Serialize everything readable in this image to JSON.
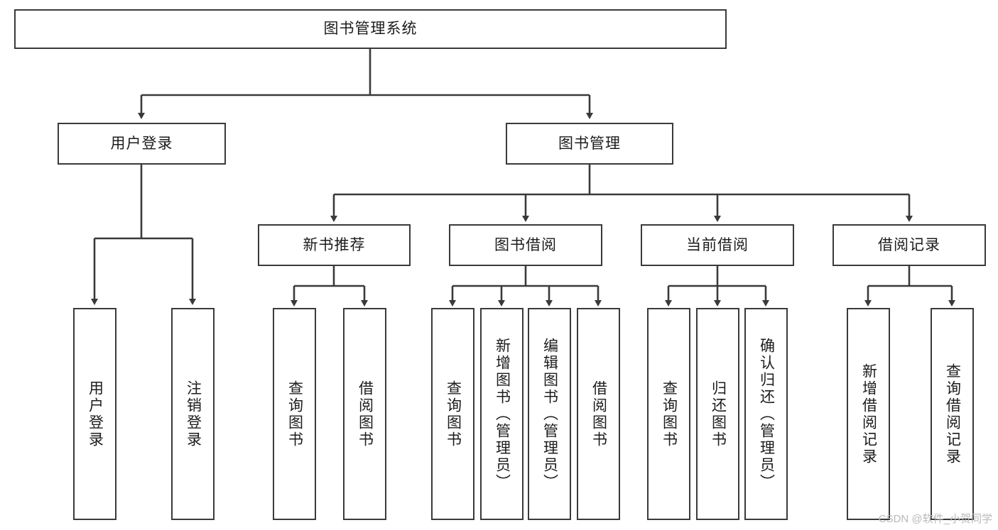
{
  "diagram": {
    "type": "tree-hierarchy",
    "title": "图书管理系统",
    "watermark": "CSDN @软件_小贺同学",
    "colors": {
      "box_border": "#3a3a3a",
      "box_fill": "#ffffff",
      "edge": "#3a3a3a",
      "text": "#1c1c1c",
      "watermark": "#b9b9b9",
      "background": "#ffffff"
    },
    "levels": {
      "root": "图书管理系统",
      "level2": [
        "用户登录",
        "图书管理"
      ],
      "level3": [
        "新书推荐",
        "图书借阅",
        "当前借阅",
        "借阅记录"
      ]
    },
    "nodes": {
      "root": {
        "label": "图书管理系统",
        "orientation": "horizontal"
      },
      "user_login": {
        "label": "用户登录",
        "orientation": "horizontal"
      },
      "book_manage": {
        "label": "图书管理",
        "orientation": "horizontal"
      },
      "new_book_rec": {
        "label": "新书推荐",
        "orientation": "horizontal"
      },
      "book_borrow": {
        "label": "图书借阅",
        "orientation": "horizontal"
      },
      "current_borrow": {
        "label": "当前借阅",
        "orientation": "horizontal"
      },
      "borrow_record": {
        "label": "借阅记录",
        "orientation": "horizontal"
      },
      "leaf_user_login": {
        "label": "用户登录",
        "orientation": "vertical"
      },
      "leaf_logout": {
        "label": "注销登录",
        "orientation": "vertical"
      },
      "leaf_query_book_a": {
        "label": "查询图书",
        "orientation": "vertical"
      },
      "leaf_borrow_book_a": {
        "label": "借阅图书",
        "orientation": "vertical"
      },
      "leaf_query_book_b": {
        "label": "查询图书",
        "orientation": "vertical"
      },
      "leaf_add_book": {
        "label": "新增图书（管理员）",
        "orientation": "vertical"
      },
      "leaf_edit_book": {
        "label": "编辑图书（管理员）",
        "orientation": "vertical"
      },
      "leaf_borrow_book_b": {
        "label": "借阅图书",
        "orientation": "vertical"
      },
      "leaf_query_book_c": {
        "label": "查询图书",
        "orientation": "vertical"
      },
      "leaf_return_book": {
        "label": "归还图书",
        "orientation": "vertical"
      },
      "leaf_confirm_return": {
        "label": "确认归还（管理员）",
        "orientation": "vertical"
      },
      "leaf_add_record": {
        "label": "新增借阅记录",
        "orientation": "vertical"
      },
      "leaf_query_record": {
        "label": "查询借阅记录",
        "orientation": "vertical"
      }
    },
    "edges": [
      {
        "from": "root",
        "to": "user_login"
      },
      {
        "from": "root",
        "to": "book_manage"
      },
      {
        "from": "user_login",
        "to": "leaf_user_login"
      },
      {
        "from": "user_login",
        "to": "leaf_logout"
      },
      {
        "from": "book_manage",
        "to": "new_book_rec"
      },
      {
        "from": "book_manage",
        "to": "book_borrow"
      },
      {
        "from": "book_manage",
        "to": "current_borrow"
      },
      {
        "from": "book_manage",
        "to": "borrow_record"
      },
      {
        "from": "new_book_rec",
        "to": "leaf_query_book_a"
      },
      {
        "from": "new_book_rec",
        "to": "leaf_borrow_book_a"
      },
      {
        "from": "book_borrow",
        "to": "leaf_query_book_b"
      },
      {
        "from": "book_borrow",
        "to": "leaf_add_book"
      },
      {
        "from": "book_borrow",
        "to": "leaf_edit_book"
      },
      {
        "from": "book_borrow",
        "to": "leaf_borrow_book_b"
      },
      {
        "from": "current_borrow",
        "to": "leaf_query_book_c"
      },
      {
        "from": "current_borrow",
        "to": "leaf_return_book"
      },
      {
        "from": "current_borrow",
        "to": "leaf_confirm_return"
      },
      {
        "from": "borrow_record",
        "to": "leaf_add_record"
      },
      {
        "from": "borrow_record",
        "to": "leaf_query_record"
      }
    ]
  }
}
